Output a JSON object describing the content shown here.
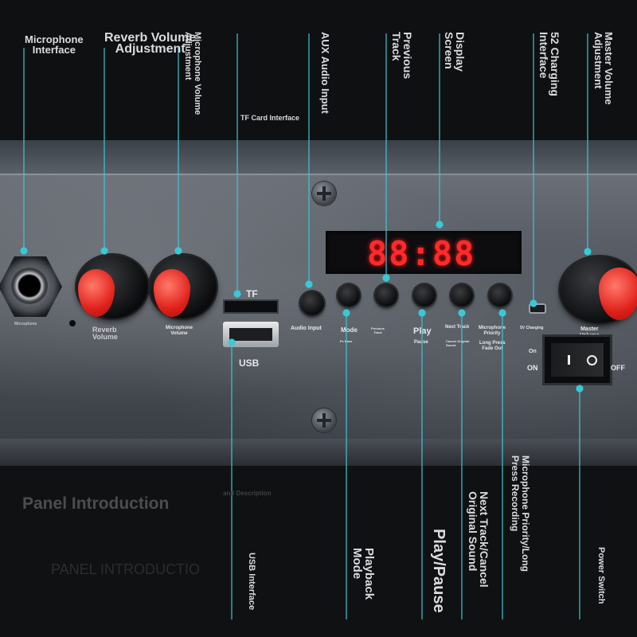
{
  "colors": {
    "leader": "#38c9d6",
    "accent": "#e0211b",
    "display_digits": "#ff2a2a"
  },
  "labels": {
    "microphone_interface": "Microphone\nInterface",
    "reverb_volume_adjustment": "Reverb Volume\nAdjustment",
    "microphone_volume_adjustment": "Microphone Volume\nAdjustment",
    "tf_card_interface": "TF Card Interface",
    "aux_audio_input": "AUX Audio Input",
    "previous_track": "Previous\nTrack",
    "display_screen": "Display\nScreen",
    "charging_interface": "52 Charging\nInterface",
    "master_volume_adjustment": "Master Volume\nAdjustment",
    "usb_interface": "USB Interface",
    "playback_mode": "Playback\nMode",
    "play_pause": "Play/Pause",
    "next_track_cancel": "Next Track/Cancel\nOriginal Sound",
    "mic_priority_long_press": "Microphone Priority/Long\nPress Recording",
    "power_switch": "Power Switch"
  },
  "panel": {
    "display_value": "88:88",
    "mic_small": "Microphone",
    "reverb_volume": "Reverb\nVolume",
    "mic_volume": "Microphone\nVolume",
    "tf": "TF",
    "usb": "USB",
    "audio_input": "Audio Input",
    "mode": "Mode",
    "mode_sub": "Fx Bass",
    "previous": "Previous\nTrack",
    "play": "Play",
    "pause": "Pause",
    "next_track": "Next Track",
    "next_sub": "Cancel Original\nSound",
    "mic_priority": "Microphone\nPriority",
    "long_press": "Long Press\nFade Out",
    "charging": "5V Charging",
    "master_volume": "Master\nVolume",
    "on_icon_label": "On",
    "on": "ON",
    "off": "OFF"
  },
  "footer": {
    "panel_introduction": "Panel Introduction",
    "and_description": "and Description",
    "panel_introduction_caps": "PANEL INTRODUCTIO"
  }
}
